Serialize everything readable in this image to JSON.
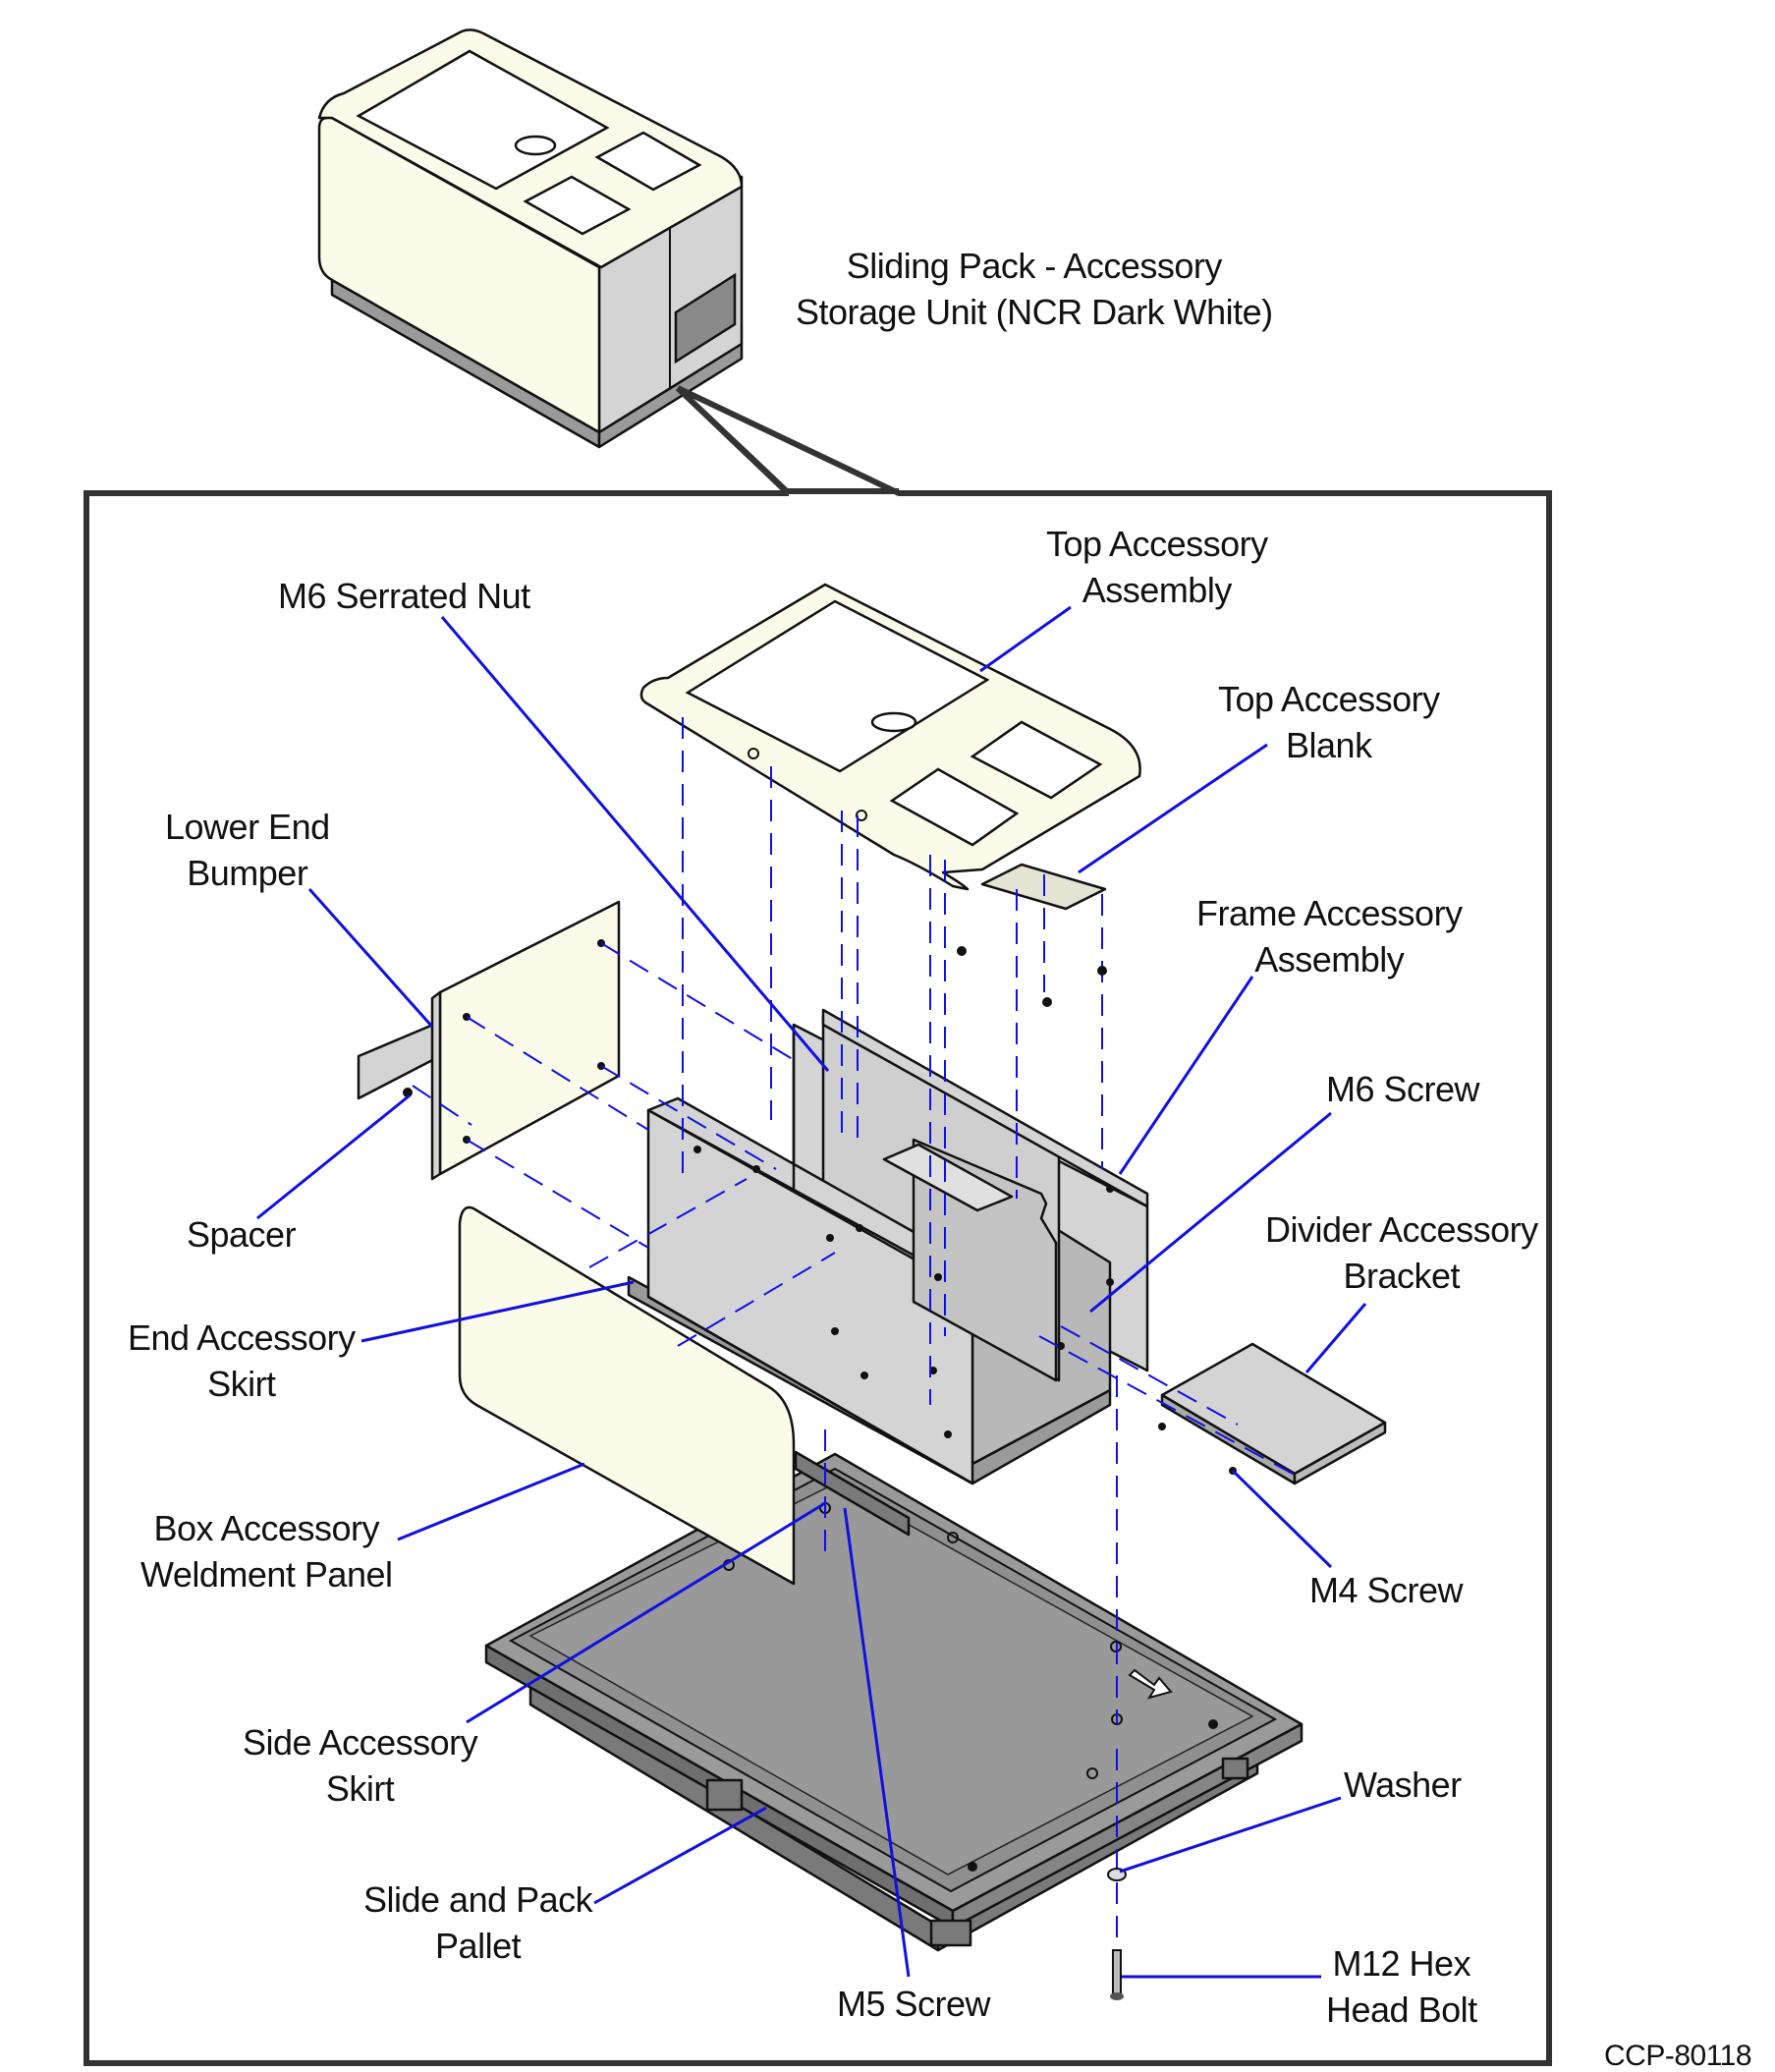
{
  "labels": {
    "sliding_pack": [
      "Sliding Pack - Accessory",
      "Storage Unit (NCR Dark White)"
    ],
    "top_accessory_assembly": [
      "Top Accessory",
      "Assembly"
    ],
    "m6_serrated_nut": [
      "M6 Serrated Nut"
    ],
    "top_accessory_blank": [
      "Top Accessory",
      "Blank"
    ],
    "lower_end_bumper": [
      "Lower End",
      "Bumper"
    ],
    "frame_accessory_assembly": [
      "Frame Accessory",
      "Assembly"
    ],
    "m6_screw": [
      "M6 Screw"
    ],
    "spacer": [
      "Spacer"
    ],
    "divider_accessory_bracket": [
      "Divider Accessory",
      "Bracket"
    ],
    "end_accessory_skirt": [
      "End Accessory",
      "Skirt"
    ],
    "box_accessory_weldment_panel": [
      "Box Accessory",
      "Weldment Panel"
    ],
    "m4_screw": [
      "M4 Screw"
    ],
    "side_accessory_skirt": [
      "Side Accessory",
      "Skirt"
    ],
    "washer": [
      "Washer"
    ],
    "slide_and_pack_pallet": [
      "Slide and Pack",
      "Pallet"
    ],
    "m5_screw": [
      "M5 Screw"
    ],
    "m12_hex_head_bolt": [
      "M12 Hex",
      "Head Bolt"
    ]
  },
  "figure_id": "CCP-80118",
  "colors": {
    "leader_line": "#1010e0",
    "cream_panel": "#fbfbea",
    "sheet_metal": "#d4d4d4",
    "pallet": "#9a9a9a",
    "outline": "#111111"
  }
}
